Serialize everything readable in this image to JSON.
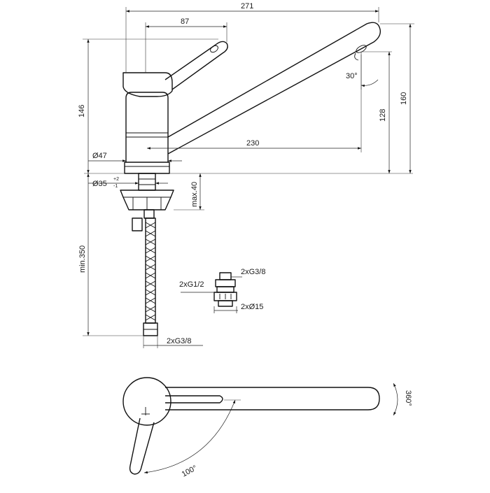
{
  "dimensions": {
    "overall_length": "271",
    "lever_reach": "87",
    "body_height": "146",
    "outlet_height": "160",
    "spout_clearance": "128",
    "spout_reach": "230",
    "spout_angle": "30°",
    "body_diameter": "Ø47",
    "hole_diameter": "Ø35",
    "hole_tol_upper": "+2",
    "hole_tol_lower": "-1",
    "deck_thickness": "max.40",
    "hose_length": "min.350",
    "hose_thread": "2xG3/8",
    "adapter_inlet": "2xG1/2",
    "adapter_outlet": "2xG3/8",
    "adapter_diameter": "2xØ15",
    "swivel_angle": "360°",
    "lever_rotation": "100°"
  }
}
